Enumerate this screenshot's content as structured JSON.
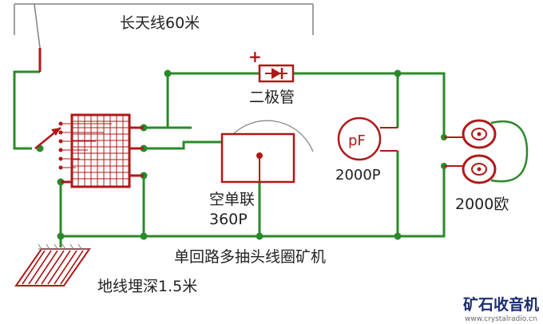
{
  "diagram": {
    "title": "单回路多抽头线圈矿机",
    "antenna_label": "长天线60米",
    "ground_label": "地线埋深1.5米",
    "diode_label": "二极管",
    "diode_polarity": "+",
    "variable_capacitor_label": "空单联",
    "variable_capacitor_value": "360P",
    "capacitor_symbol": "pF",
    "capacitor_value": "2000P",
    "headphone_value": "2000欧"
  },
  "watermark": {
    "brand": "矿石收音机",
    "url": "www.crystalradio.cn"
  },
  "colors": {
    "wire": "#2a8a2a",
    "component": "#b01818",
    "antenna": "#808080",
    "brand": "#1a2e6e"
  },
  "icons": [
    "antenna-icon",
    "rotary-switch-icon",
    "tapped-coil-icon",
    "diode-icon",
    "variable-capacitor-icon",
    "capacitor-icon",
    "headphones-icon",
    "ground-icon"
  ]
}
